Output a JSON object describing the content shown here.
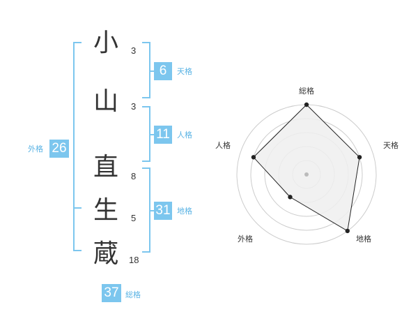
{
  "name": {
    "characters": [
      {
        "char": "小",
        "strokes": "3"
      },
      {
        "char": "山",
        "strokes": "3"
      },
      {
        "char": "直",
        "strokes": "8"
      },
      {
        "char": "生",
        "strokes": "5"
      },
      {
        "char": "蔵",
        "strokes": "18"
      }
    ]
  },
  "kaku": {
    "tenkaku": {
      "value": "6",
      "label": "天格"
    },
    "jinkaku": {
      "value": "11",
      "label": "人格"
    },
    "chikaku": {
      "value": "31",
      "label": "地格"
    },
    "gaikaku": {
      "value": "26",
      "label": "外格"
    },
    "soukaku": {
      "value": "37",
      "label": "総格"
    }
  },
  "colors": {
    "accent": "#7cc6ee",
    "label": "#5ab3e4",
    "text": "#333333",
    "radar_fill": "#eeeeee",
    "radar_ring": "#cccccc"
  },
  "chart_data": {
    "type": "radar",
    "axes": [
      "総格",
      "天格",
      "地格",
      "外格",
      "人格"
    ],
    "values": [
      5,
      4,
      5,
      2,
      4
    ],
    "rmax": 5,
    "rings": [
      1,
      2,
      3,
      4,
      5
    ]
  }
}
